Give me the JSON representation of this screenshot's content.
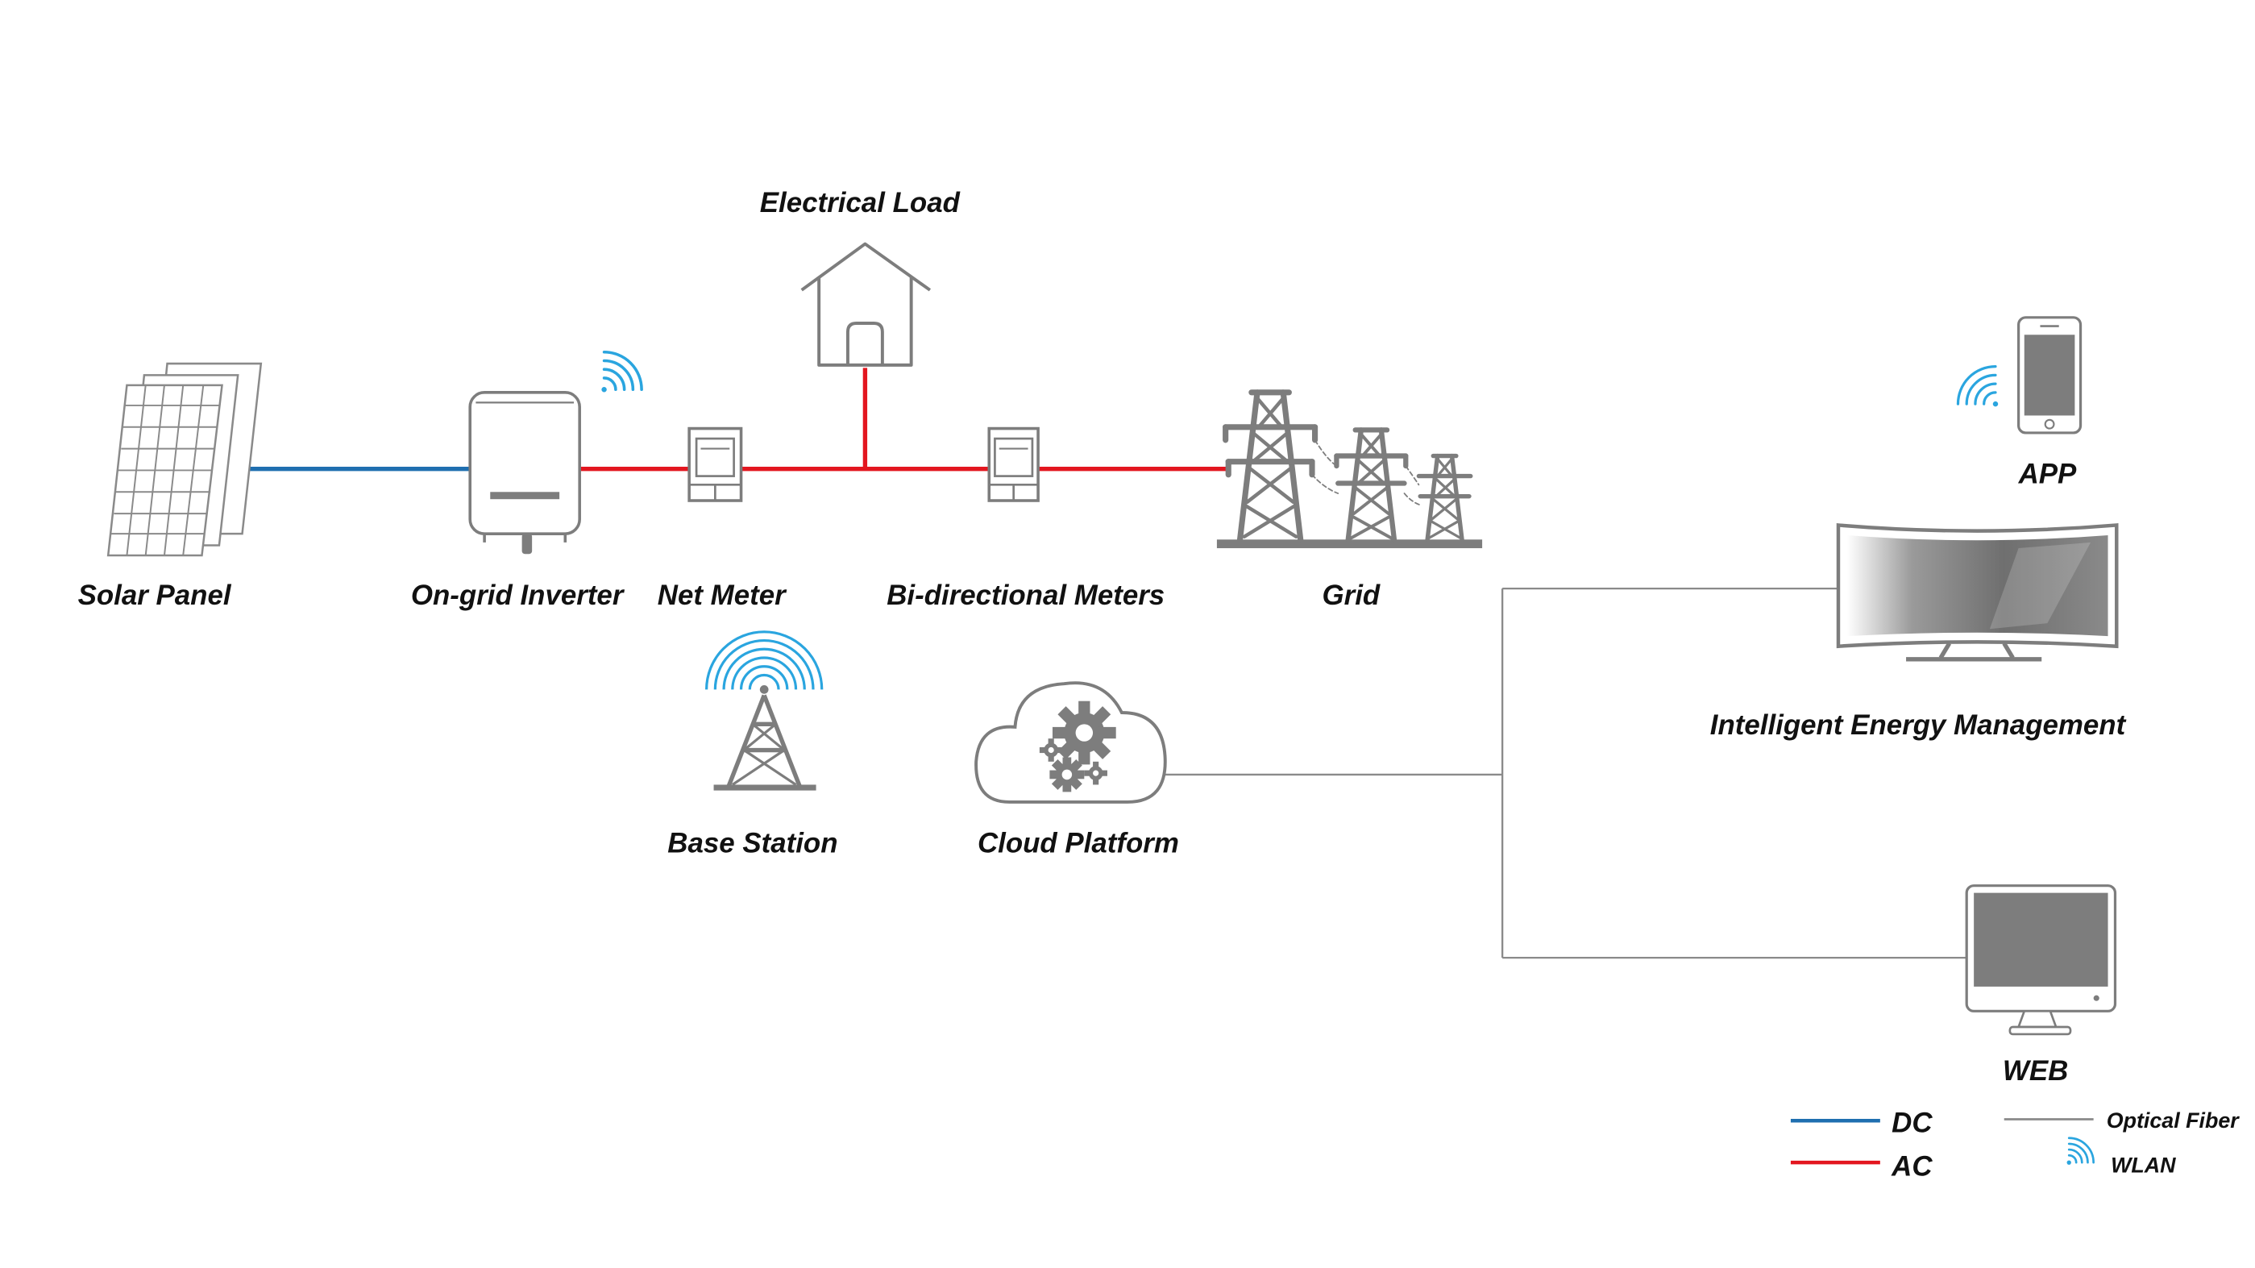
{
  "labels": {
    "solar_panel": "Solar Panel",
    "inverter": "On-grid Inverter",
    "net_meter": "Net Meter",
    "electrical_load": "Electrical Load",
    "bidirectional_meters": "Bi-directional Meters",
    "grid": "Grid",
    "base_station": "Base Station",
    "cloud_platform": "Cloud Platform",
    "app": "APP",
    "intelligent_energy_management": "Intelligent Energy Management",
    "web": "WEB"
  },
  "legend": {
    "dc": "DC",
    "ac": "AC",
    "optical_fiber": "Optical Fiber",
    "wlan": "WLAN"
  },
  "colors": {
    "dc": "#1f6fb0",
    "ac": "#e3161f",
    "fiber": "#8a8a8a",
    "wlan": "#2aa5df",
    "icon": "#7d7d7d"
  }
}
